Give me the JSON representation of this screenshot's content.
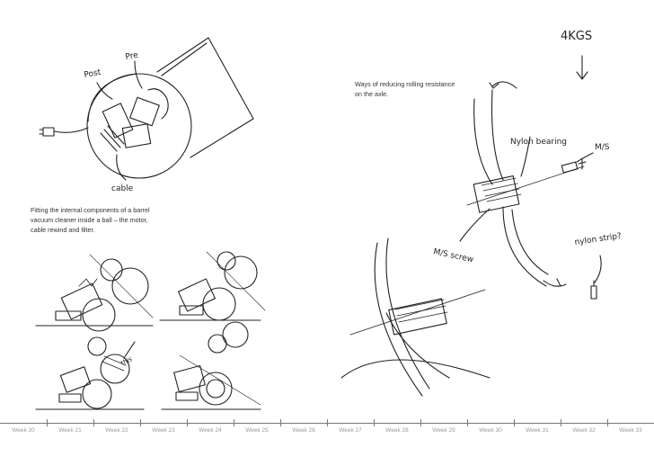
{
  "captions": {
    "left": {
      "line1": "Fitting the internal components of a barrel",
      "line2": "vacuum cleaner inside a ball – the motor,",
      "line3": "cable rewind and filter."
    },
    "right": {
      "line1": "Ways of reducing rolling resistance",
      "line2": "on the axle."
    }
  },
  "sketch_labels": {
    "post": "Post",
    "pre": "Pre",
    "cable": "cable",
    "weight": "4KGS",
    "nylon_bearing": "Nylon bearing",
    "ms": "M/S",
    "ms_screw": "M/S screw",
    "nylon_strip": "nylon strip?",
    "this": "this"
  },
  "timeline": {
    "weeks": [
      "Week 20",
      "Week 21",
      "Week 22",
      "Week 23",
      "Week 24",
      "Week 25",
      "Week 26",
      "Week 27",
      "Week 28",
      "Week 29",
      "Week 30",
      "Week 31",
      "Week 32",
      "Week 33"
    ]
  }
}
